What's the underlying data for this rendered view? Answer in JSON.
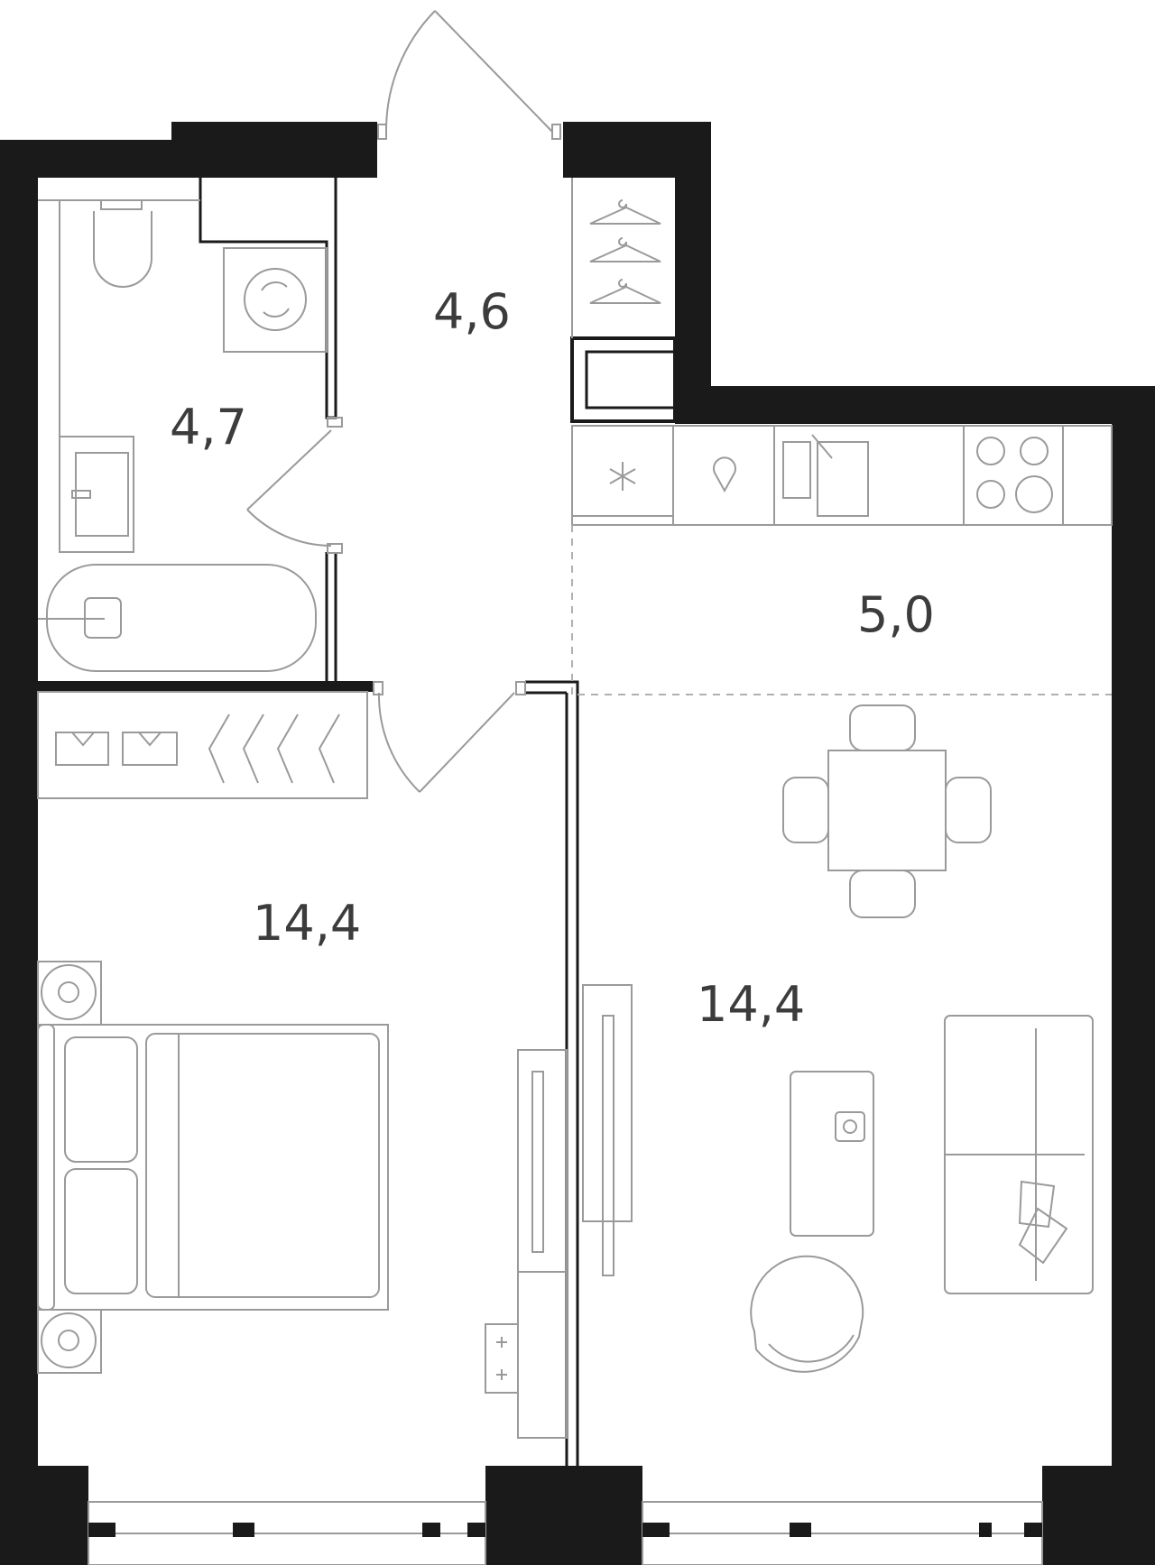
{
  "rooms": {
    "bathroom": {
      "area": "4,7"
    },
    "hallway": {
      "area": "4,6"
    },
    "kitchen": {
      "area": "5,0"
    },
    "bedroom": {
      "area": "14,4"
    },
    "living": {
      "area": "14,4"
    }
  },
  "colors": {
    "wall": "#1a1a1a",
    "furniture": "#9a9a9a",
    "label": "#3c3c3c",
    "background": "#ffffff"
  }
}
